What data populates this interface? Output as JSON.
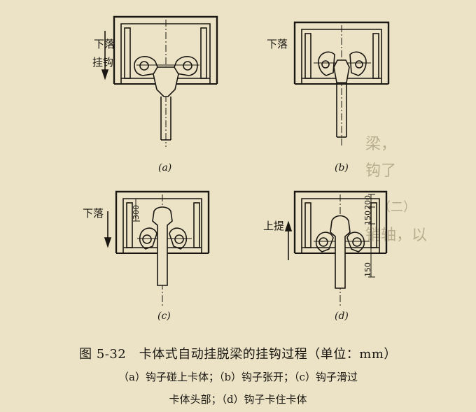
{
  "panels": {
    "a": {
      "sub_label": "(a)",
      "label_lower": "下落",
      "label_hook": "挂钩"
    },
    "b": {
      "sub_label": "(b)",
      "label_lower": "下落"
    },
    "c": {
      "sub_label": "(c)",
      "label_lower": "下落",
      "dim": "300"
    },
    "d": {
      "sub_label": "(d)",
      "label_lift": "上提",
      "dims": [
        "200",
        "150",
        "150"
      ]
    }
  },
  "caption": {
    "title": "图 5-32　卡体式自动挂脱梁的挂钩过程（单位：mm）",
    "line2": "（a）钩子碰上卡体；（b）钩子张开；（c）钩子滑过",
    "line3": "卡体头部；（d）钩子卡住卡体"
  },
  "colors": {
    "paper": "#ece3c6",
    "ink": "#1a1712",
    "bleed": "#b9ad90"
  }
}
